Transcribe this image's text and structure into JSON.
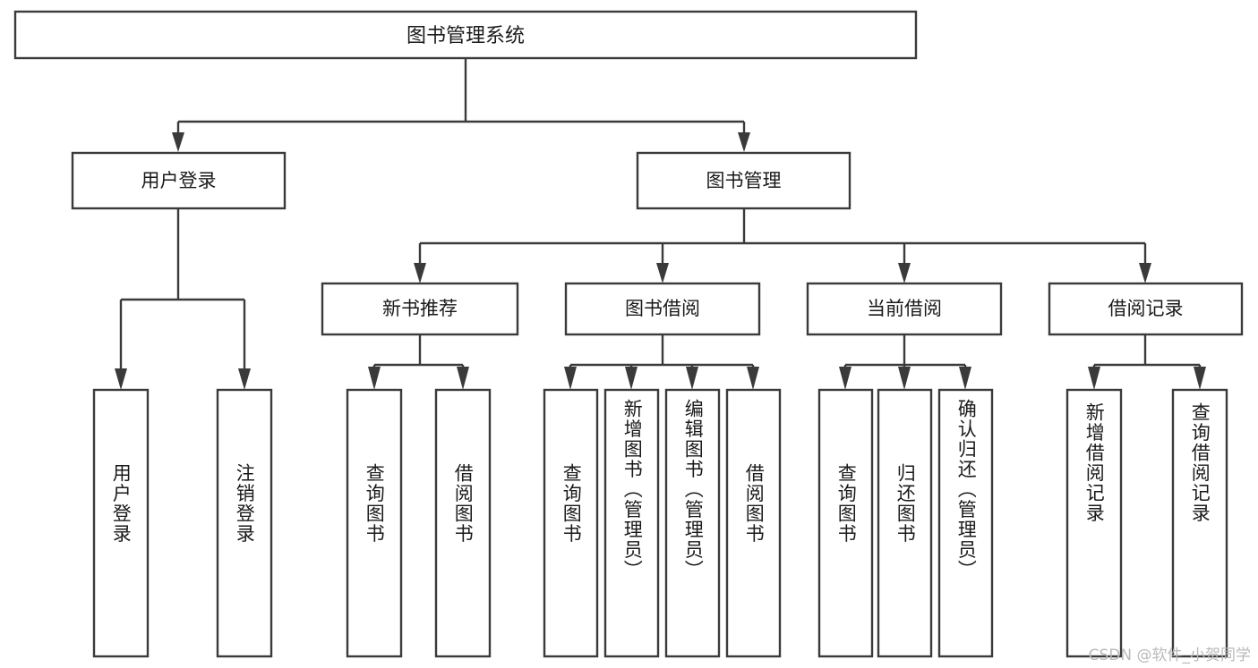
{
  "diagram": {
    "type": "tree-hierarchy",
    "orientation": "top-down",
    "title": "图书管理系统",
    "root": {
      "id": "root",
      "label": "图书管理系统"
    },
    "level2": [
      {
        "id": "user-login",
        "label": "用户登录"
      },
      {
        "id": "book-manage",
        "label": "图书管理"
      }
    ],
    "level3": [
      {
        "id": "new-book-recommend",
        "label": "新书推荐",
        "parent": "book-manage"
      },
      {
        "id": "book-borrow",
        "label": "图书借阅",
        "parent": "book-manage"
      },
      {
        "id": "current-borrow",
        "label": "当前借阅",
        "parent": "book-manage"
      },
      {
        "id": "borrow-record",
        "label": "借阅记录",
        "parent": "book-manage"
      }
    ],
    "leaves": {
      "user-login": [
        {
          "id": "leaf-user-login",
          "label": "用户登录"
        },
        {
          "id": "leaf-user-logout",
          "label": "注销登录"
        }
      ],
      "new-book-recommend": [
        {
          "id": "leaf-query-book-1",
          "label": "查询图书"
        },
        {
          "id": "leaf-borrow-book-1",
          "label": "借阅图书"
        }
      ],
      "book-borrow": [
        {
          "id": "leaf-query-book-2",
          "label": "查询图书"
        },
        {
          "id": "leaf-add-book",
          "label": "新增图书（管理员）"
        },
        {
          "id": "leaf-edit-book",
          "label": "编辑图书（管理员）"
        },
        {
          "id": "leaf-borrow-book-2",
          "label": "借阅图书"
        }
      ],
      "current-borrow": [
        {
          "id": "leaf-query-book-3",
          "label": "查询图书"
        },
        {
          "id": "leaf-return-book",
          "label": "归还图书"
        },
        {
          "id": "leaf-confirm-return",
          "label": "确认归还（管理员）"
        }
      ],
      "borrow-record": [
        {
          "id": "leaf-add-record",
          "label": "新增借阅记录"
        },
        {
          "id": "leaf-query-record",
          "label": "查询借阅记录"
        }
      ]
    },
    "colors": {
      "box_stroke": "#3a3a3a",
      "box_fill": "#ffffff",
      "text": "#1a1a1a",
      "background": "#ffffff",
      "watermark": "#b9b9b9"
    }
  },
  "watermark": {
    "text": "CSDN @软件_小贺同学"
  }
}
